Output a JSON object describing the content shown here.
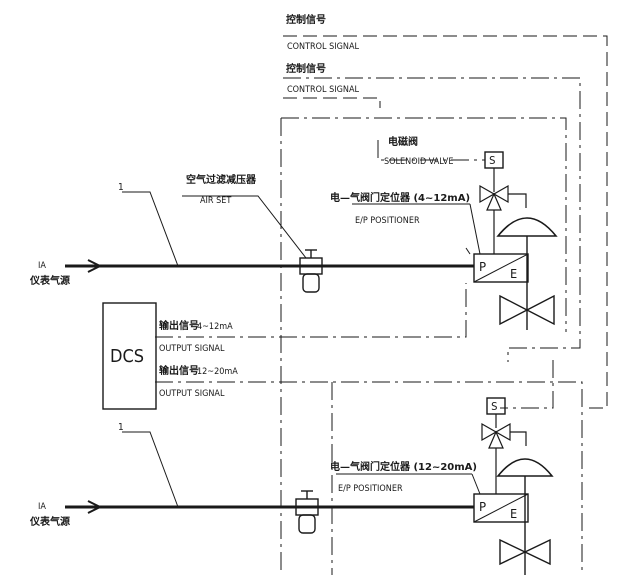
{
  "top_labels": {
    "control_signal_1_cn": "控制信号",
    "control_signal_1_en": "CONTROL SIGNAL",
    "control_signal_2_cn": "控制信号",
    "control_signal_2_en": "CONTROL SIGNAL"
  },
  "valve1": {
    "solenoid_cn": "电磁阀",
    "solenoid_en": "SOLENOID VALVE",
    "solenoid_symbol": "S",
    "air_set_cn": "空气过滤减压器",
    "air_set_en": "AIR SET",
    "positioner_cn": "电—气阀门定位器 (4~12mA)",
    "positioner_en": "E/P POSITIONER",
    "p_label": "P",
    "e_label": "E",
    "line_number": "1",
    "ia_label": "IA",
    "ia_cn": "仪表气源"
  },
  "dcs": {
    "box_label": "DCS",
    "output1_cn": "输出信号",
    "output1_range": "4~12mA",
    "output1_en": "OUTPUT SIGNAL",
    "output2_cn": "输出信号",
    "output2_range": "12~20mA",
    "output2_en": "OUTPUT SIGNAL"
  },
  "valve2": {
    "solenoid_symbol": "S",
    "positioner_cn": "电—气阀门定位器 (12~20mA)",
    "positioner_en": "E/P POSITIONER",
    "p_label": "P",
    "e_label": "E",
    "line_number": "1",
    "ia_label": "IA",
    "ia_cn": "仪表气源"
  }
}
